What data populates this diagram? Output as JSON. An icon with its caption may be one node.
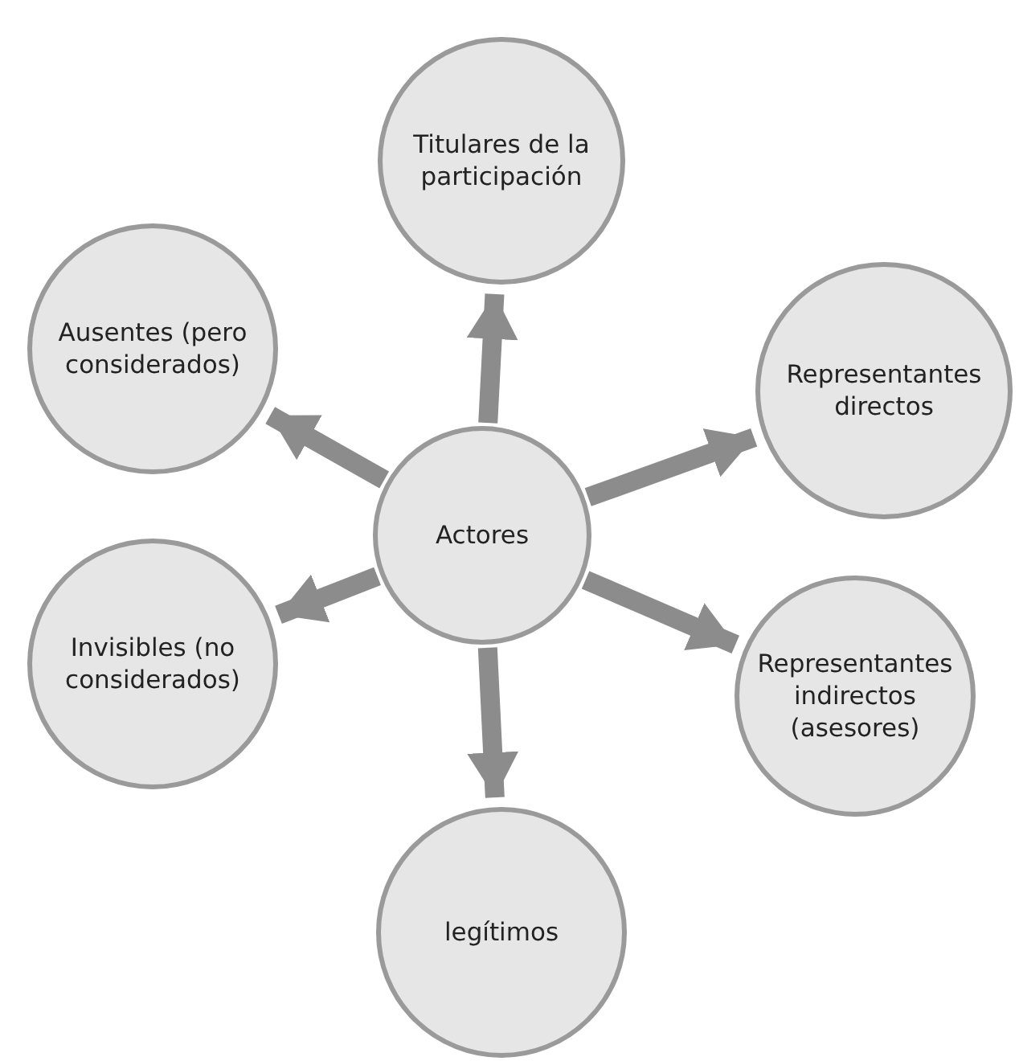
{
  "diagram": {
    "nodes": [
      {
        "text": [
          "Titulares de la participación"
        ]
      },
      {
        "text": [
          "Ausentes (pero considerados)"
        ]
      },
      {
        "text": [
          "Representantes directos"
        ]
      },
      {
        "text": [
          "Actores"
        ]
      },
      {
        "text": [
          "Invisibles (no considerados)"
        ]
      },
      {
        "text": [
          "Representantes indirectos (asesores)"
        ]
      },
      {
        "text": [
          "legítimos"
        ]
      }
    ],
    "edges": [
      {
        "from": 3,
        "to": 0,
        "arrow": "to"
      },
      {
        "from": 3,
        "to": 2,
        "arrow": "to"
      },
      {
        "from": 3,
        "to": 5,
        "arrow": "to"
      },
      {
        "from": 3,
        "to": 6,
        "arrow": "to"
      },
      {
        "from": 3,
        "to": 4,
        "arrow": "to"
      },
      {
        "from": 3,
        "to": 1,
        "arrow": "to"
      }
    ]
  }
}
